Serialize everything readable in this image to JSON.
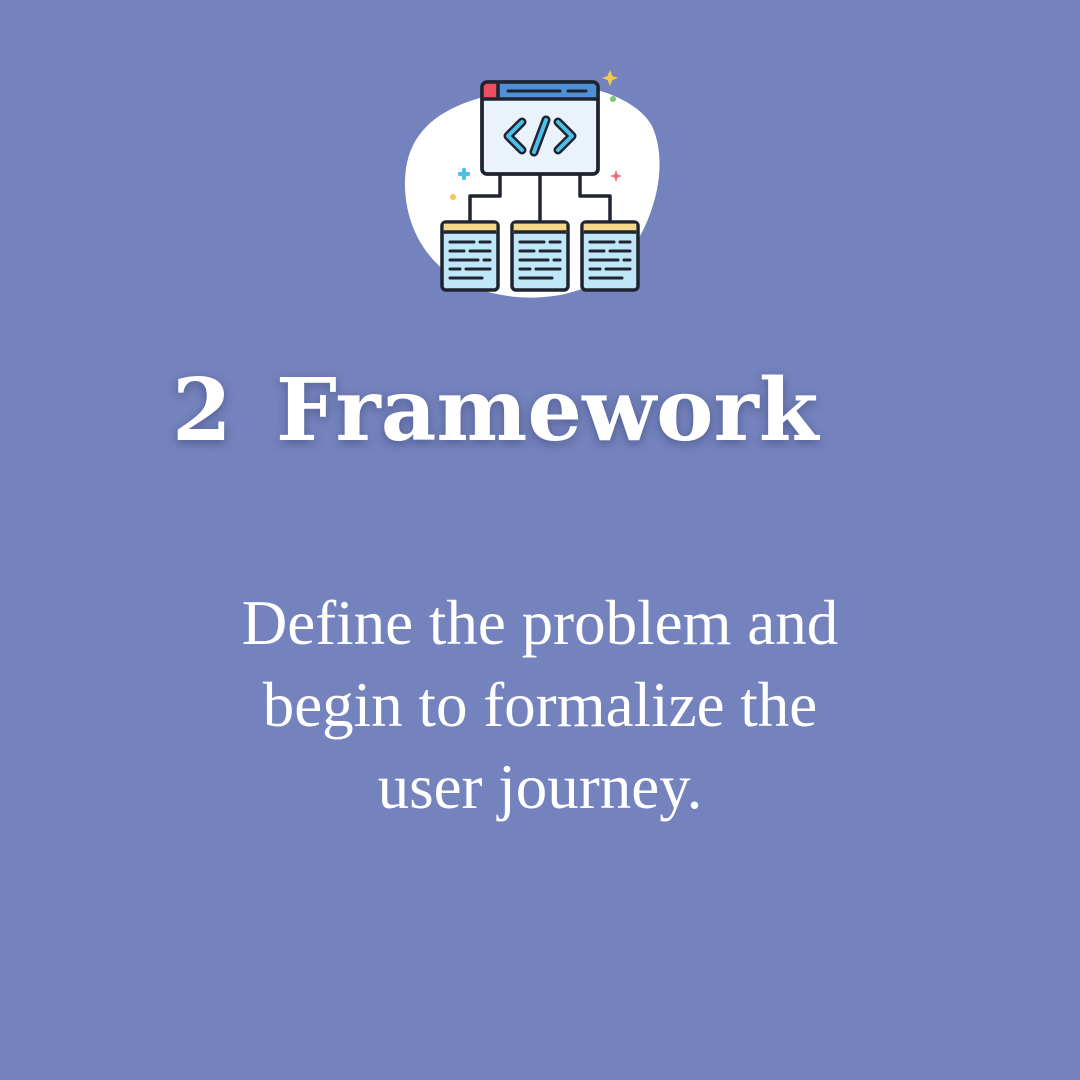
{
  "slide": {
    "step_number": "2",
    "title": "Framework",
    "description_lines": [
      "Define the problem and",
      "begin to formalize the",
      "user journey."
    ],
    "icon": "code-hierarchy-icon"
  },
  "colors": {
    "background": "#7483bd",
    "text": "#ffffff",
    "blob": "#ffffff",
    "outline": "#1f2430",
    "window_fill": "#eaf2fb",
    "window_bar": "#4f8fd6",
    "close_button": "#ec4f60",
    "code_brackets": "#4dbfe8",
    "file_fill": "#bfe7f7",
    "file_header": "#f6d98a",
    "sparkle_yellow": "#f4c84c",
    "sparkle_green": "#7cc96b",
    "sparkle_cyan": "#4dbfe8",
    "sparkle_pink": "#ec6a7a"
  }
}
